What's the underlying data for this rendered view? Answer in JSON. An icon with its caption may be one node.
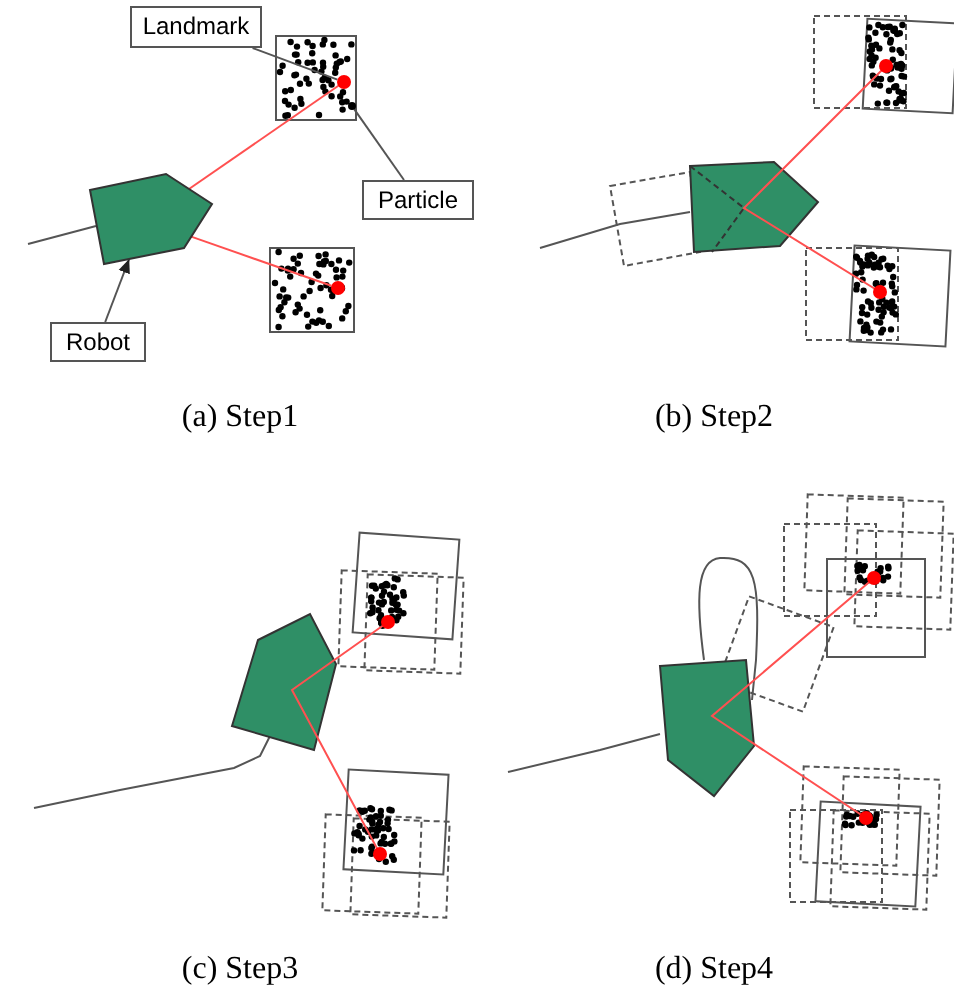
{
  "diagram": {
    "nodes": [
      {
        "text": [
          "Landmark"
        ]
      },
      {
        "text": [
          "Particle"
        ]
      },
      {
        "text": [
          "Robot"
        ]
      },
      {
        "text": [],
        "shape": "circle"
      },
      {
        "text": [],
        "shape": "circle"
      },
      {
        "text": [],
        "shape": "pentagon"
      },
      {
        "text": [],
        "shape": "circle"
      }
    ],
    "edges": [
      {
        "from": 0,
        "to": 3,
        "arrow": "none"
      },
      {
        "from": 1,
        "to": 4,
        "arrow": "none"
      },
      {
        "from": 2,
        "to": 5,
        "arrow": "to"
      },
      {
        "from": 5,
        "to": 3,
        "arrow": "none",
        "color": "#ff5050"
      },
      {
        "from": 5,
        "to": 6,
        "arrow": "none",
        "color": "#ff5050"
      }
    ],
    "labels": [
      "(a) Step1",
      "(b) Step2",
      "(c) Step3",
      "(d) Step4"
    ]
  }
}
